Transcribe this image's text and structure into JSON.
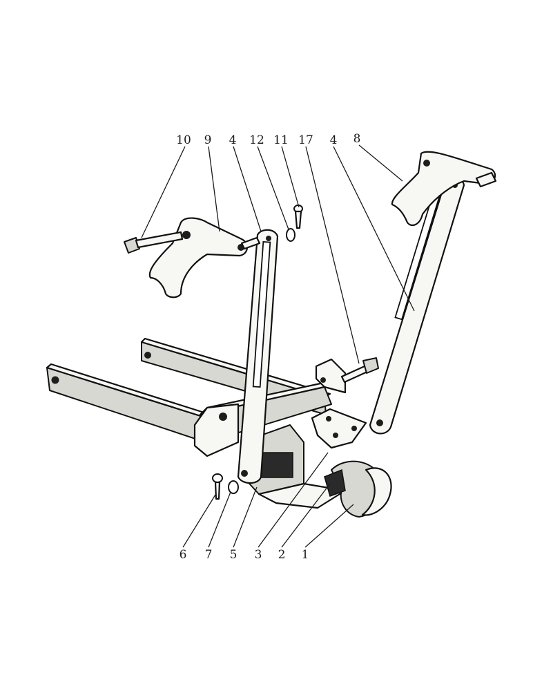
{
  "callouts_top": [
    {
      "id": "10",
      "text": "10"
    },
    {
      "id": "9",
      "text": "9"
    },
    {
      "id": "4a",
      "text": "4"
    },
    {
      "id": "12",
      "text": "12"
    },
    {
      "id": "11",
      "text": "11"
    },
    {
      "id": "17",
      "text": "17"
    },
    {
      "id": "4b",
      "text": "4"
    },
    {
      "id": "8",
      "text": "8"
    }
  ],
  "callouts_bottom": [
    {
      "id": "6",
      "text": "6"
    },
    {
      "id": "7",
      "text": "7"
    },
    {
      "id": "5",
      "text": "5"
    },
    {
      "id": "3",
      "text": "3"
    },
    {
      "id": "2",
      "text": "2"
    },
    {
      "id": "1",
      "text": "1"
    }
  ]
}
